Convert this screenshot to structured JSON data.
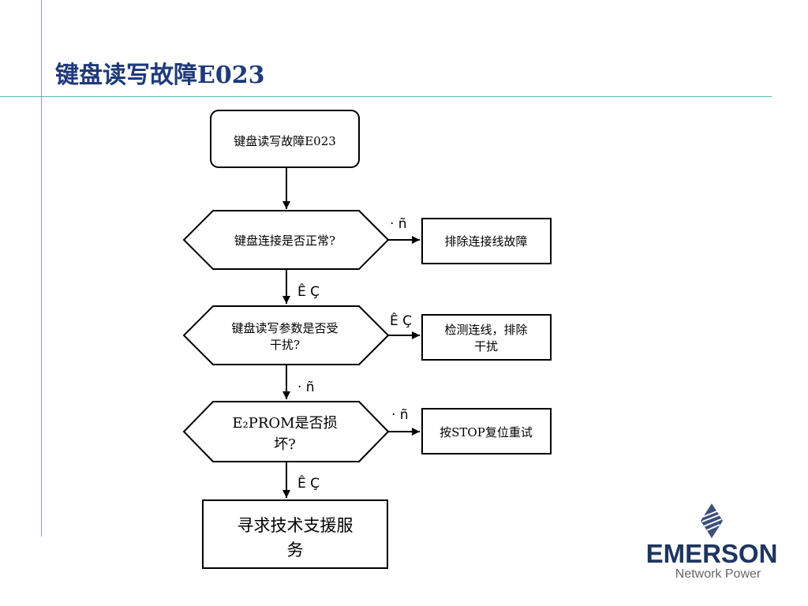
{
  "page": {
    "title": "键盘读写故障E023"
  },
  "flow": {
    "start": "键盘读写故障E023",
    "d1": "键盘连接是否正常?",
    "d1_no": "· ñ",
    "box1": "排除连接线故障",
    "d1_yes": "Ê Ç",
    "d2_l1": "键盘读写参数是否受",
    "d2_l2": "干扰?",
    "d2_yes": "Ê Ç",
    "box2_l1": "检测连线，排除",
    "box2_l2": "干扰",
    "d2_no": "· ñ",
    "d3_l1": "E₂PROM是否损",
    "d3_l2": "坏?",
    "d3_no": "· ñ",
    "box3": "按STOP复位重试",
    "d3_yes": "Ê Ç",
    "end_l1": "寻求技术支援服",
    "end_l2": "务"
  },
  "logo": {
    "brand": "EMERSON",
    "tagline": "Network Power"
  },
  "colors": {
    "accent_line": "#5fb3b3",
    "title": "#1f3a7a",
    "brand": "#1f3560"
  }
}
